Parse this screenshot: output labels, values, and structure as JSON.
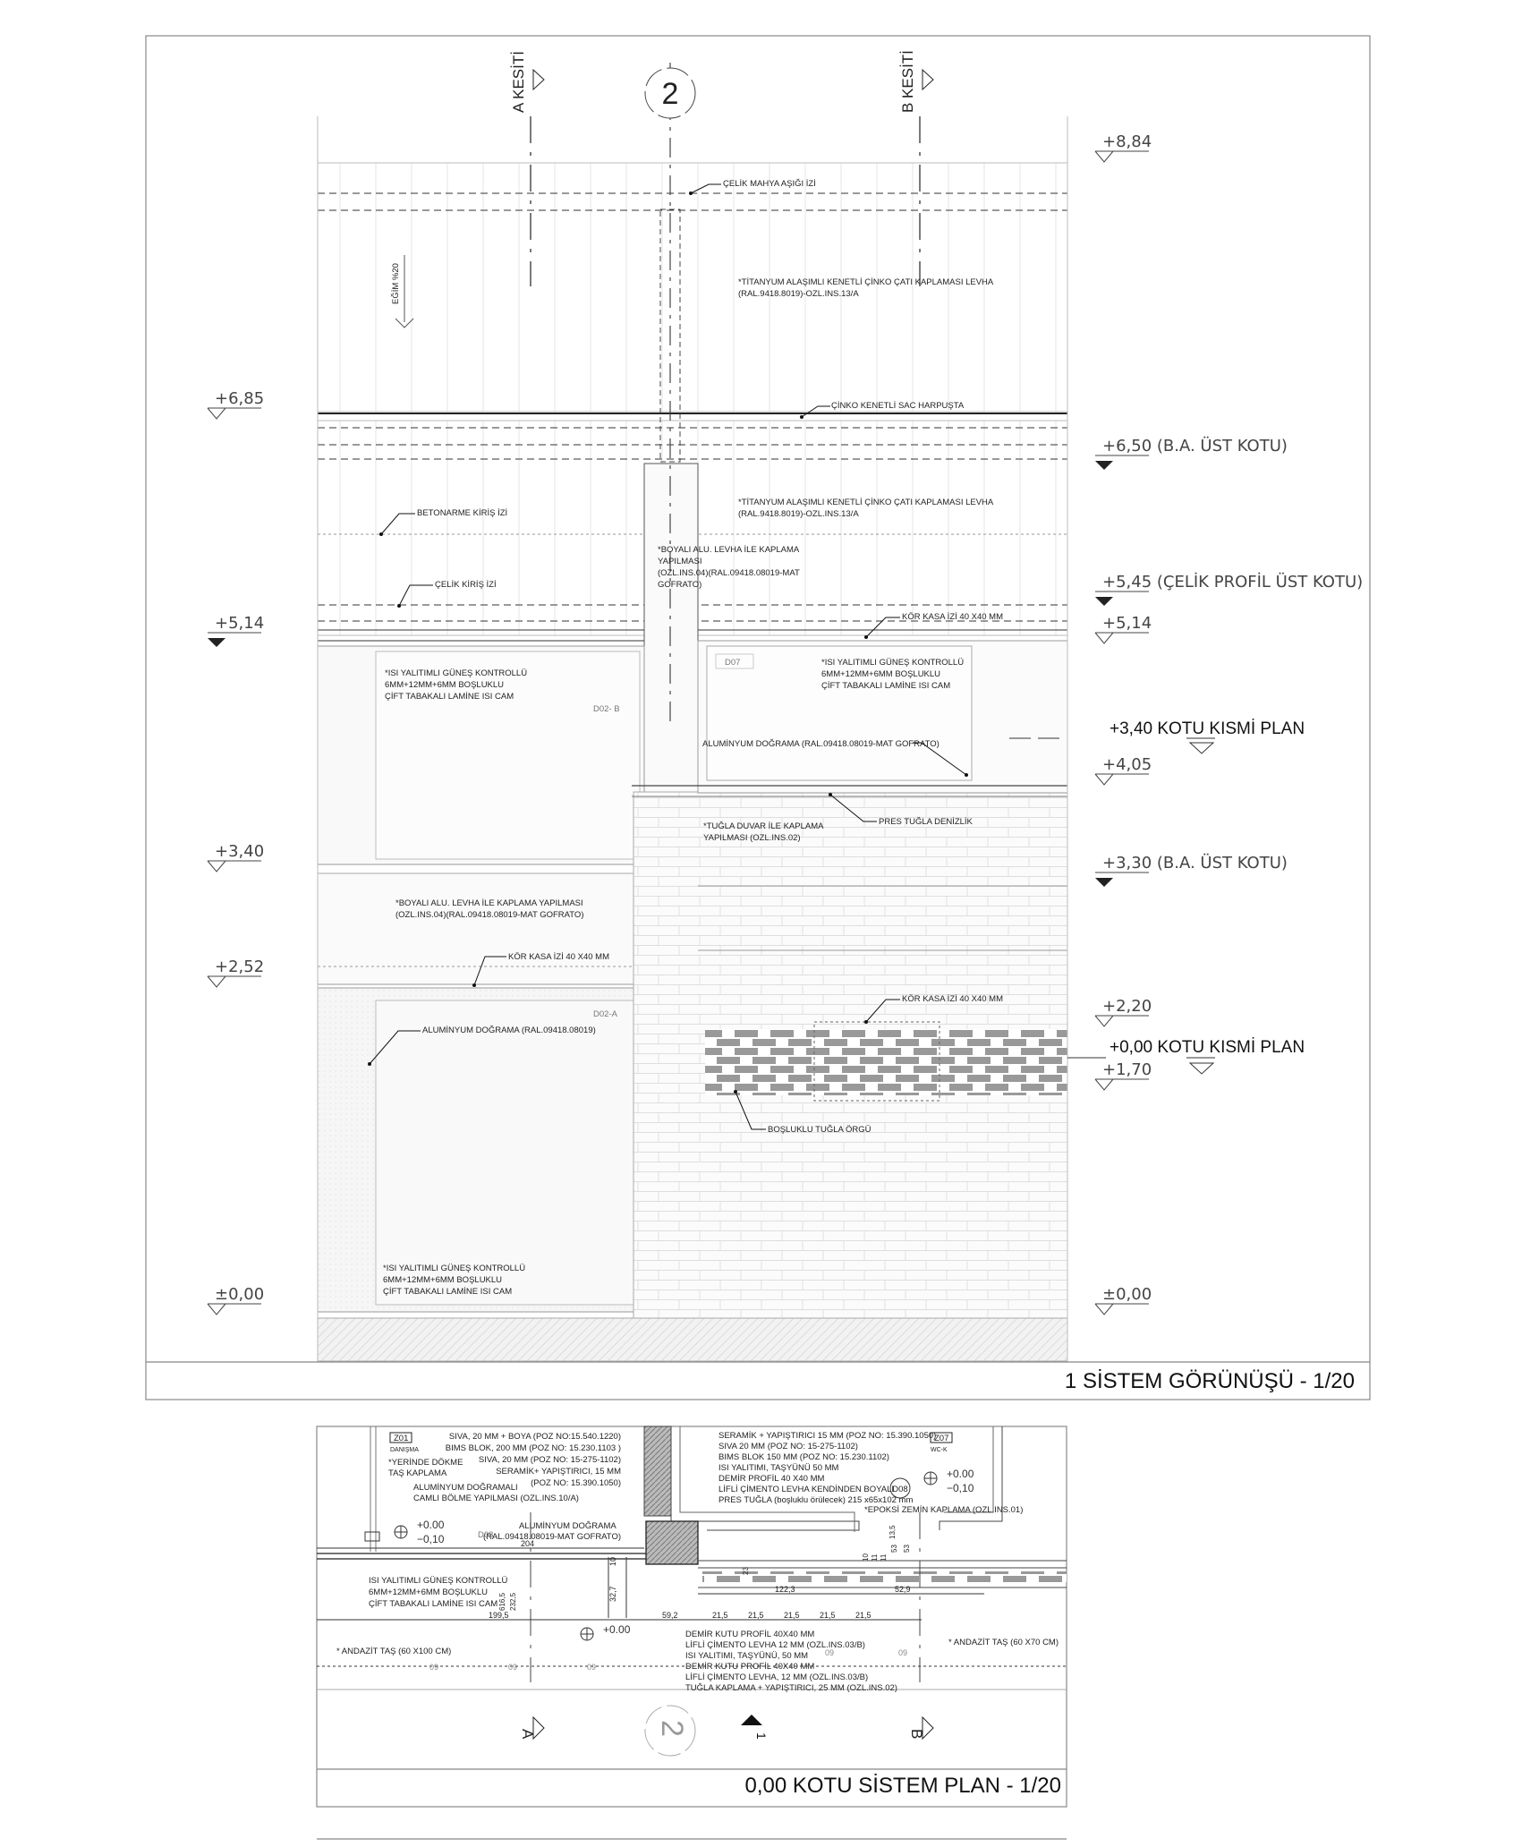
{
  "elevation": {
    "title": "1 SİSTEM GÖRÜNÜŞÜ - 1/20",
    "sections": {
      "a": "A KESİTİ",
      "b": "B KESİTİ"
    },
    "grid_axis": "2",
    "slope": "EĞİM %20",
    "levels_left": [
      "+6,85",
      "+5,14",
      "+3,40",
      "+2,52",
      "±0,00"
    ],
    "levels_right": [
      "+8,84",
      "+6,50 (B.A. ÜST KOTU)",
      "+5,45 (ÇELİK PROFİL ÜST KOTU)",
      "+5,14",
      "+4,05",
      "+3,30 (B.A. ÜST KOTU)",
      "+2,20",
      "+1,70",
      "±0,00"
    ],
    "plan_refs": [
      "+3,40 KOTU KISMİ PLAN",
      "+0,00 KOTU KISMİ PLAN"
    ],
    "tags": [
      "D02- B",
      "D07",
      "D02-A"
    ],
    "notes": {
      "mahya": "ÇELİK MAHYA AŞIĞI İZİ",
      "cati1": [
        "*TİTANYUM ALAŞIMLI KENETLİ ÇİNKO ÇATI KAPLAMASI LEVHA",
        "(RAL.9418.8019)-OZL.INS.13/A"
      ],
      "harpusta": "ÇİNKO KENETLİ SAC HARPUŞTA",
      "cati2": [
        "*TİTANYUM ALAŞIMLI KENETLİ ÇİNKO ÇATI KAPLAMASI LEVHA",
        "(RAL.9418.8019)-OZL.INS.13/A"
      ],
      "betonarme": "BETONARME KİRİŞ İZİ",
      "celik": "ÇELİK KİRİŞ İZİ",
      "alu_col": [
        "*BOYALI ALU. LEVHA İLE KAPLAMA",
        "YAPILMASI",
        "(OZL.INS.04)(RAL.09418.08019-MAT",
        "GOFRATO)"
      ],
      "korkasa1": "KÖR KASA İZİ 40 X40 MM",
      "cam1": [
        "*ISI YALITIMLI GÜNEŞ KONTROLLÜ",
        "6MM+12MM+6MM BOŞLUKLU",
        "ÇİFT TABAKALI LAMİNE ISI CAM"
      ],
      "cam2": [
        "*ISI YALITIMLI GÜNEŞ KONTROLLÜ",
        "6MM+12MM+6MM BOŞLUKLU",
        "ÇİFT TABAKALI LAMİNE ISI CAM"
      ],
      "dograma1": "ALUMİNYUM DOĞRAMA (RAL.09418.08019-MAT GOFRATO)",
      "denizlik": "PRES TUĞLA DENİZLİK",
      "tugla": [
        "*TUĞLA DUVAR İLE KAPLAMA",
        "YAPILMASI (OZL.INS.02)"
      ],
      "alu_band": [
        "*BOYALI ALU. LEVHA İLE KAPLAMA YAPILMASI",
        "(OZL.INS.04)(RAL.09418.08019-MAT GOFRATO)"
      ],
      "korkasa2": "KÖR KASA İZİ 40 X40 MM",
      "korkasa3": "KÖR KASA İZİ 40 X40 MM",
      "dograma2": "ALUMİNYUM DOĞRAMA (RAL.09418.08019)",
      "bosluklu": "BOŞLUKLU TUĞLA ÖRGÜ",
      "cam3": [
        "*ISI YALITIMLI GÜNEŞ KONTROLLÜ",
        "6MM+12MM+6MM BOŞLUKLU",
        "ÇİFT TABAKALI LAMİNE ISI CAM"
      ]
    }
  },
  "plan": {
    "title": "0,00 KOTU SİSTEM PLAN - 1/20",
    "room_left": {
      "code": "Z01",
      "name": "DANIŞMA"
    },
    "room_right": {
      "code": "Z07",
      "name": "WC-K"
    },
    "wall_left": [
      "SIVA, 20 MM + BOYA (POZ NO:15.540.1220)",
      "BIMS BLOK, 200 MM (POZ NO: 15.230.1103 )",
      "SIVA, 20 MM (POZ NO: 15-275-1102)",
      "SERAMİK+ YAPIŞTIRICI, 15 MM",
      "(POZ NO: 15.390.1050)"
    ],
    "wall_right": [
      "SERAMİK + YAPIŞTIRICI 15 MM (POZ NO: 15.390.1050)",
      "SIVA 20 MM (POZ NO: 15-275-1102)",
      "BIMS BLOK 150 MM (POZ NO: 15.230.1102)",
      "ISI YALITIMI, TAŞYÜNÜ 50 MM",
      "DEMİR PROFİL 40 X40 MM",
      "LİFLİ ÇİMENTO LEVHA KENDİNDEN BOYALI",
      "PRES TUĞLA (boşluklu örülecek) 215 x65x102 mm"
    ],
    "floor_left": [
      "*YERİNDE DÖKME",
      "TAŞ KAPLAMA"
    ],
    "partition": [
      "ALUMİNYUM DOĞRAMALI",
      "CAMLI BÖLME YAPILMASI (OZL.INS.10/A)"
    ],
    "frame": [
      "ALUMİNYUM DOĞRAMA",
      "(RAL.09418.08019-MAT GOFRATO)"
    ],
    "glass": [
      "ISI YALITIMLI GÜNEŞ KONTROLLÜ",
      "6MM+12MM+6MM BOŞLUKLU",
      "ÇİFT TABAKALI LAMİNE ISI CAM"
    ],
    "epoxy": "*EPOKSİ ZEMİN KAPLAMA (OZL.INS.01)",
    "paving_left": "* ANDAZİT TAŞ (60 X100 CM)",
    "paving_right": "* ANDAZİT TAŞ (60 X70 CM)",
    "layers_bottom": [
      "DEMİR KUTU PROFİL 40X40 MM",
      "LİFLİ ÇİMENTO LEVHA 12 MM (OZL.INS.03/B)",
      "ISI YALITIMI, TAŞYÜNÜ, 50 MM",
      "DEMİR KUTU PROFİL 40X40 MM",
      "LİFLİ ÇİMENTO LEVHA, 12 MM (OZL.INS.03/B)",
      "TUĞLA KAPLAMA + YAPIŞTIRICI, 25 MM (OZL.INS.02)"
    ],
    "levels": [
      "+0.00",
      "−0,10",
      "+0.00",
      "−0,10",
      "+0.00"
    ],
    "tags": [
      "D08",
      "D08"
    ],
    "dims": [
      "204",
      "199,5",
      "59,2",
      "122,3",
      "52,9",
      "21,5",
      "21,5",
      "21,5",
      "21,5",
      "21,5",
      "10",
      "32,7",
      "616,5",
      "232,5",
      "23",
      "53",
      "53",
      "10",
      "11",
      "11",
      "13,5",
      "09",
      "09",
      "09",
      "09",
      "09"
    ],
    "axes": [
      "A",
      "2",
      "B",
      "1"
    ]
  }
}
